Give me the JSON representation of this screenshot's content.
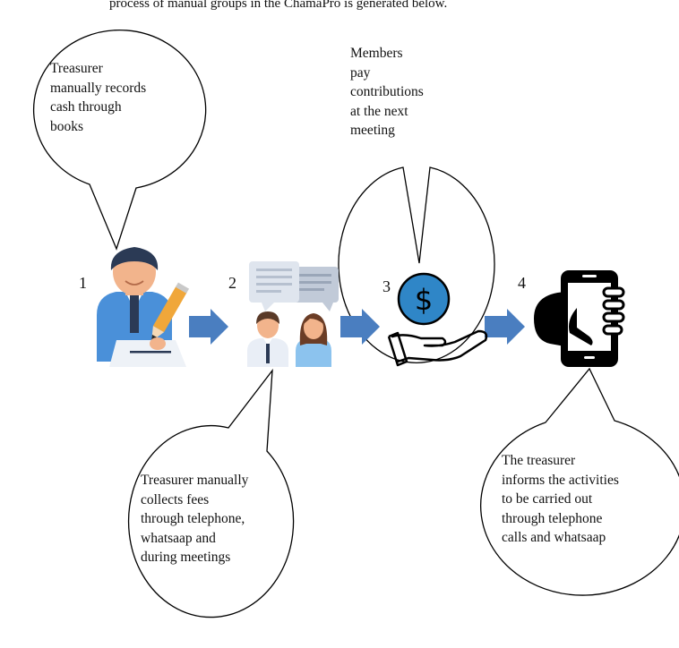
{
  "caption": "process of manual groups in the ChamaPro is generated below.",
  "steps": [
    {
      "number": "1",
      "text": "Treasurer\nmanually records\ncash through\nbooks"
    },
    {
      "number": "2",
      "text": "Treasurer manually\ncollects fees\nthrough telephone,\nwhatsaap and\nduring meetings"
    },
    {
      "number": "3",
      "text": "Members\npay\ncontributions\nat the next\nmeeting"
    },
    {
      "number": "4",
      "text": "The treasurer\ninforms the activities\nto be carried out\nthrough telephone\ncalls and whatsaap"
    }
  ],
  "colors": {
    "arrow": "#4a7ec0",
    "coin": "#2f86c7",
    "skin": "#f2b48c",
    "shirt_blue": "#4a90d9",
    "hair_dark": "#2b3a55",
    "pencil": "#f0a73a",
    "chat_bubble": "#cdd6e3"
  },
  "icons": [
    "writer-icon",
    "meeting-people-icon",
    "dollar-hand-icon",
    "smartphone-hand-icon"
  ]
}
